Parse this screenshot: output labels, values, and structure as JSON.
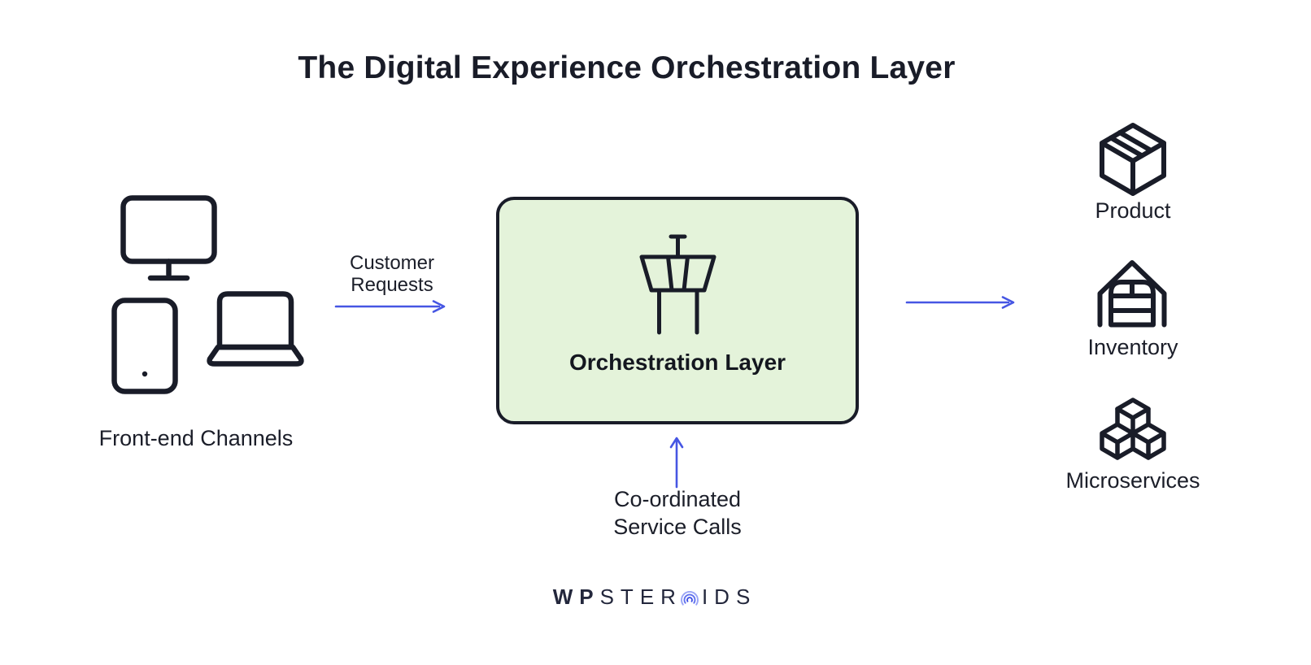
{
  "title": "The Digital Experience Orchestration Layer",
  "colors": {
    "box_fill": "#e4f3da",
    "stroke_dark": "#191c28",
    "arrow_blue": "#4656e3",
    "logo_arc_blue": "#6b7af0"
  },
  "left_group": {
    "label": "Front-end Channels",
    "icons": [
      "monitor-icon",
      "tablet-icon",
      "laptop-icon"
    ]
  },
  "flows": {
    "customer_requests": {
      "line1": "Customer",
      "line2": "Requests"
    },
    "service_calls": {
      "line1": "Co-ordinated",
      "line2": "Service Calls"
    }
  },
  "orchestration_box": {
    "label": "Orchestration Layer",
    "icon": "control-tower-icon"
  },
  "services": [
    {
      "label": "Product",
      "icon": "package-box-icon"
    },
    {
      "label": "Inventory",
      "icon": "warehouse-icon"
    },
    {
      "label": "Microservices",
      "icon": "stacked-cubes-icon"
    }
  ],
  "logo": {
    "bold": "WP",
    "mid": "STER",
    "end": "IDS",
    "o_icon": "concentric-arcs-icon"
  }
}
